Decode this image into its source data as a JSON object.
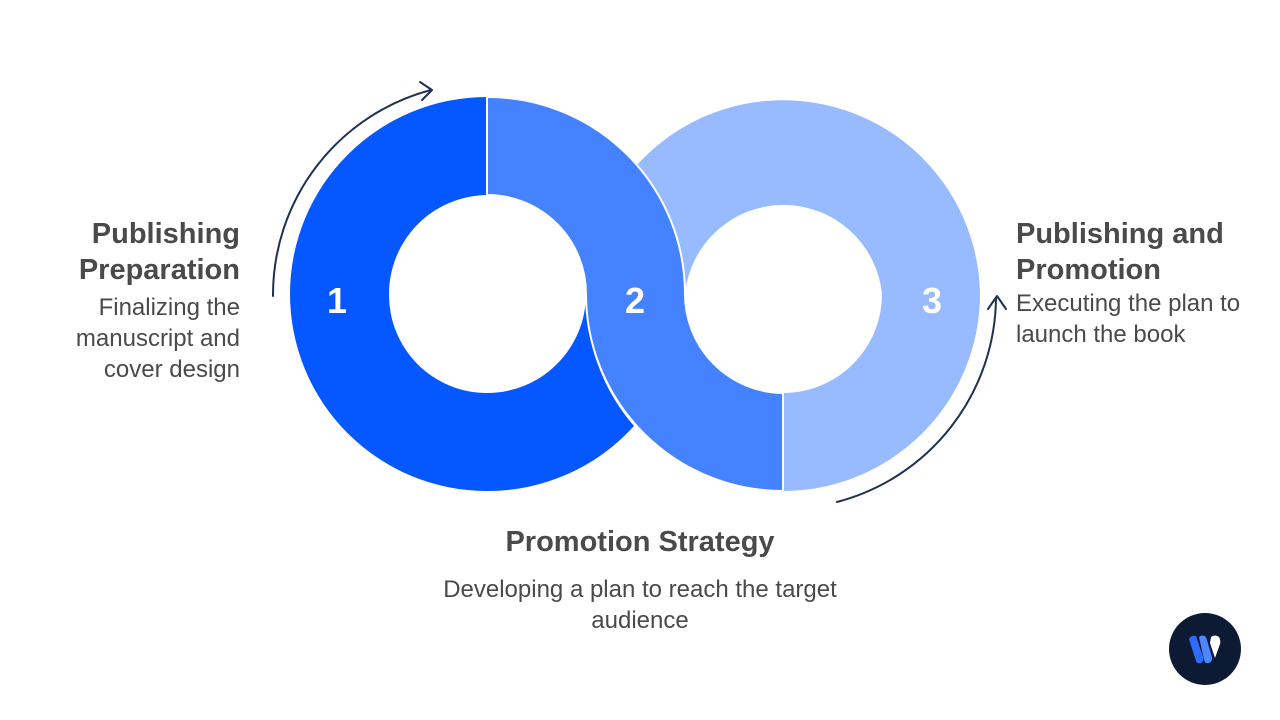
{
  "steps": [
    {
      "number": "1",
      "title": "Publishing Preparation",
      "description": "Finalizing the manuscript and cover design",
      "color": "#0557ff"
    },
    {
      "number": "2",
      "title": "Promotion Strategy",
      "description": "Developing a plan to reach the target audience",
      "color": "#4582ff"
    },
    {
      "number": "3",
      "title": "Publishing and Promotion",
      "description": "Executing the plan to launch the book",
      "color": "#98bafe"
    }
  ],
  "arrow_color": "#1f3050",
  "logo": {
    "icon": "brand-logo-icon",
    "background": "#0c1b33",
    "accent": "#2f6bff"
  }
}
